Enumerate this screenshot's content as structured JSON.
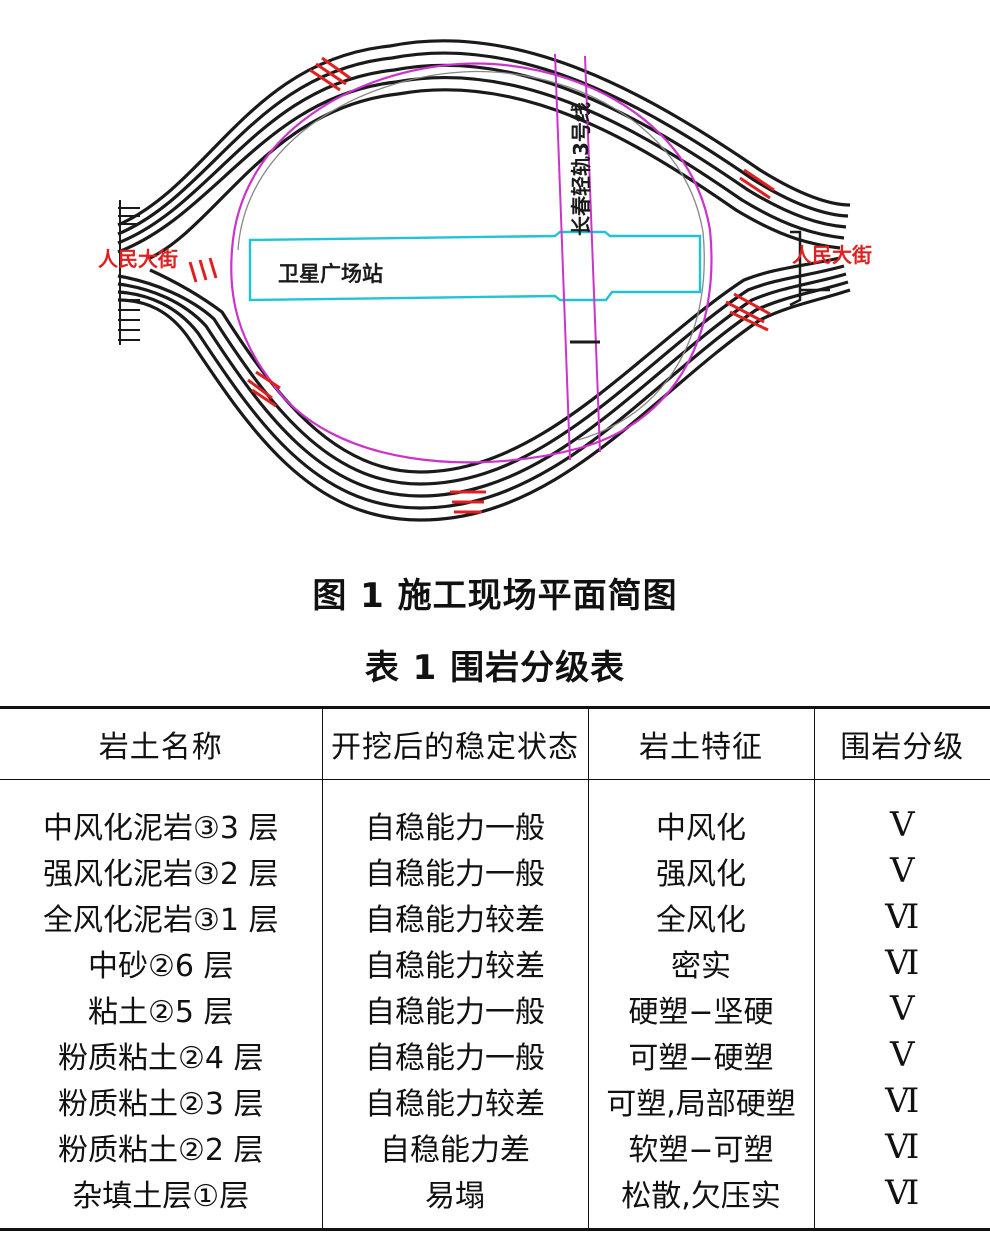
{
  "figure": {
    "street_left": "人民大街",
    "street_right": "人民大街",
    "station": "卫星广场站",
    "line3": "长春轻轨3号线"
  },
  "figure_caption": "图 1  施工现场平面简图",
  "table_caption": "表 1  围岩分级表",
  "table": {
    "headers": [
      "岩土名称",
      "开挖后的稳定状态",
      "岩土特征",
      "围岩分级"
    ],
    "rows": [
      [
        "中风化泥岩③3 层",
        "自稳能力一般",
        "中风化",
        "Ⅴ"
      ],
      [
        "强风化泥岩③2 层",
        "自稳能力一般",
        "强风化",
        "Ⅴ"
      ],
      [
        "全风化泥岩③1 层",
        "自稳能力较差",
        "全风化",
        "Ⅵ"
      ],
      [
        "中砂②6 层",
        "自稳能力较差",
        "密实",
        "Ⅵ"
      ],
      [
        "粘土②5 层",
        "自稳能力一般",
        "硬塑−坚硬",
        "Ⅴ"
      ],
      [
        "粉质粘土②4 层",
        "自稳能力一般",
        "可塑−硬塑",
        "Ⅴ"
      ],
      [
        "粉质粘土②3 层",
        "自稳能力较差",
        "可塑,局部硬塑",
        "Ⅵ"
      ],
      [
        "粉质粘土②2 层",
        "自稳能力差",
        "软塑−可塑",
        "Ⅵ"
      ],
      [
        "杂填土层①层",
        "易塌",
        "松散,欠压实",
        "Ⅵ"
      ]
    ]
  }
}
